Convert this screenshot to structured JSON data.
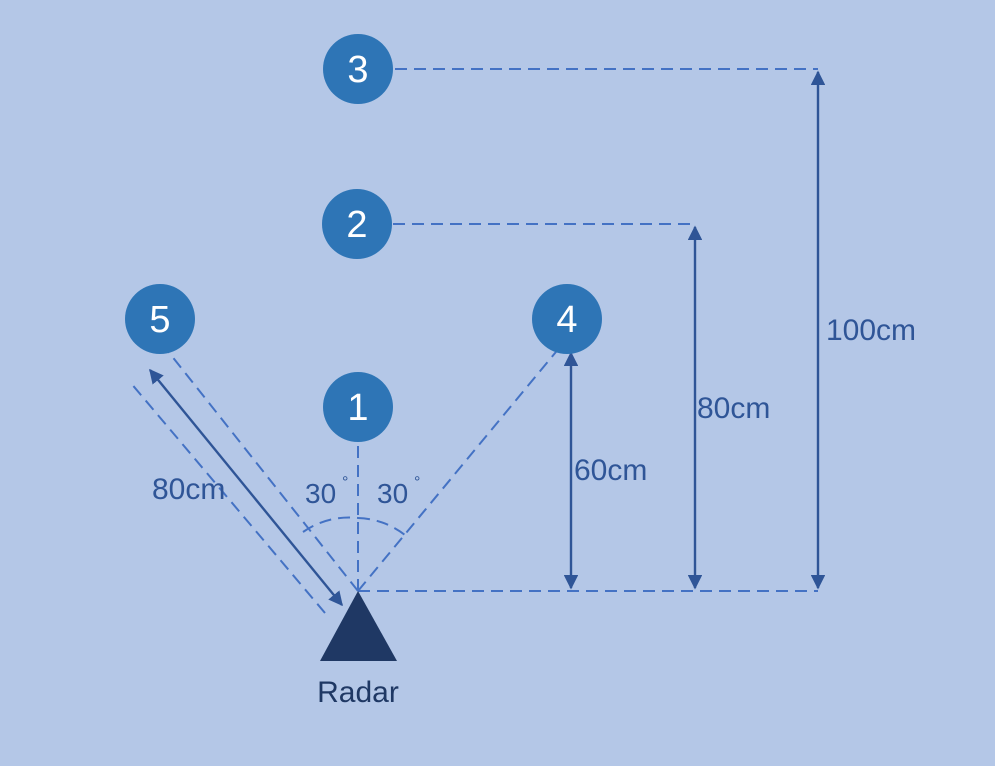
{
  "positions": [
    {
      "id": "1",
      "label": "1"
    },
    {
      "id": "2",
      "label": "2"
    },
    {
      "id": "3",
      "label": "3"
    },
    {
      "id": "4",
      "label": "4"
    },
    {
      "id": "5",
      "label": "5"
    }
  ],
  "dimensions": {
    "pos1_distance": "80cm",
    "pos2_distance": "80cm",
    "pos3_distance": "100cm",
    "pos4_height": "60cm"
  },
  "angles": {
    "left": "30",
    "right": "30",
    "degree_symbol": "°"
  },
  "radar": {
    "label": "Radar"
  },
  "colors": {
    "background": "#b4c7e7",
    "marker_fill": "#2e75b6",
    "line": "#4472c4",
    "arrow": "#2f5597",
    "radar": "#1f3864"
  }
}
